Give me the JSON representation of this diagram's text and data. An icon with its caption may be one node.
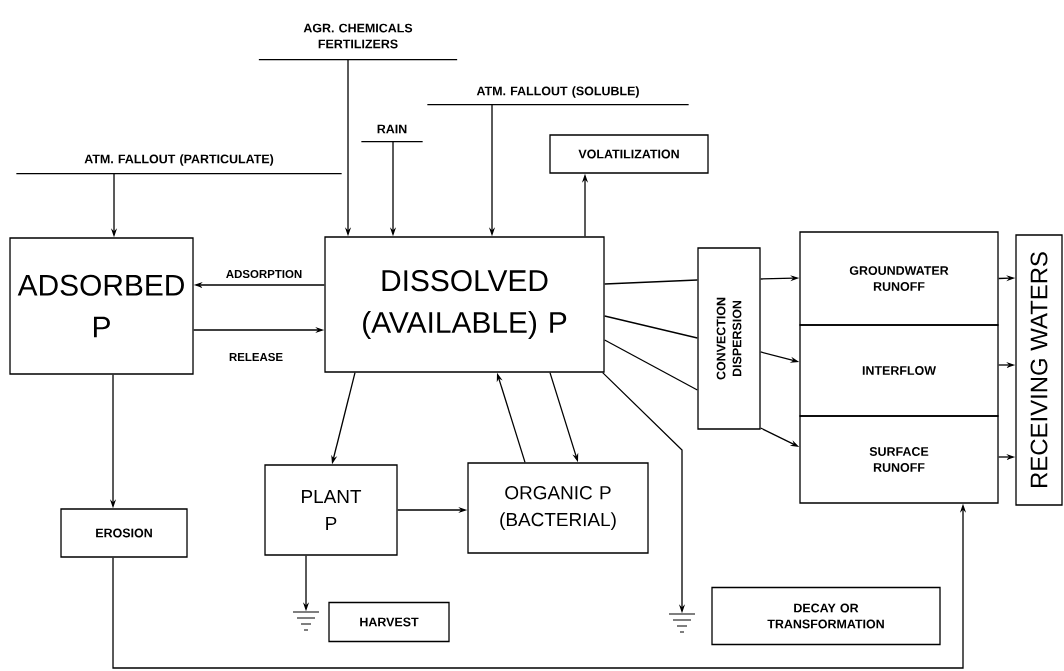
{
  "diagram": {
    "nodes": [
      {
        "text": [
          "AGR. CHEMICALS FERTILIZERS"
        ]
      },
      {
        "text": [
          "RAIN"
        ]
      },
      {
        "text": [
          "ATM. FALLOUT (SOLUBLE)"
        ]
      },
      {
        "text": [
          "ATM. FALLOUT (PARTICULATE)"
        ]
      },
      {
        "text": [
          "VOLATILIZATION"
        ]
      },
      {
        "text": [
          "ADSORBED P"
        ]
      },
      {
        "text": [
          "DISSOLVED (AVAILABLE) P"
        ]
      },
      {
        "text": [
          "CONVECTION DISPERSION"
        ]
      },
      {
        "text": [
          "GROUNDWATER RUNOFF"
        ]
      },
      {
        "text": [
          "INTERFLOW"
        ]
      },
      {
        "text": [
          "SURFACE RUNOFF"
        ]
      },
      {
        "text": [
          "RECEIVING WATERS"
        ]
      },
      {
        "text": [
          "EROSION"
        ]
      },
      {
        "text": [
          "PLANT P"
        ]
      },
      {
        "text": [
          "ORGANIC P (BACTERIAL)"
        ]
      },
      {
        "text": [
          "HARVEST"
        ]
      },
      {
        "text": [
          "DECAY OR TRANSFORMATION"
        ]
      },
      {
        "text": [],
        "shape": "ground"
      },
      {
        "text": [],
        "shape": "ground"
      }
    ],
    "edges": [
      {
        "from": 0,
        "to": 6,
        "arrow": "to"
      },
      {
        "from": 1,
        "to": 6,
        "arrow": "to"
      },
      {
        "from": 2,
        "to": 6,
        "arrow": "to"
      },
      {
        "from": 3,
        "to": 5,
        "arrow": "to"
      },
      {
        "from": 6,
        "to": 4,
        "arrow": "to"
      },
      {
        "from": 6,
        "to": 5,
        "arrow": "to",
        "label": "ADSORPTION"
      },
      {
        "from": 5,
        "to": 6,
        "arrow": "to",
        "label": "RELEASE"
      },
      {
        "from": 6,
        "to": 7,
        "arrow": "none"
      },
      {
        "from": 6,
        "to": 7,
        "arrow": "none"
      },
      {
        "from": 6,
        "to": 7,
        "arrow": "none"
      },
      {
        "from": 7,
        "to": 8,
        "arrow": "to"
      },
      {
        "from": 7,
        "to": 9,
        "arrow": "to"
      },
      {
        "from": 7,
        "to": 10,
        "arrow": "to"
      },
      {
        "from": 8,
        "to": 11,
        "arrow": "to"
      },
      {
        "from": 9,
        "to": 11,
        "arrow": "to"
      },
      {
        "from": 10,
        "to": 11,
        "arrow": "to"
      },
      {
        "from": 5,
        "to": 12,
        "arrow": "to"
      },
      {
        "from": 6,
        "to": 13,
        "arrow": "to"
      },
      {
        "from": 14,
        "to": 6,
        "arrow": "to"
      },
      {
        "from": 6,
        "to": 14,
        "arrow": "to"
      },
      {
        "from": 13,
        "to": 14,
        "arrow": "to"
      },
      {
        "from": 13,
        "to": 17,
        "arrow": "to"
      },
      {
        "from": 6,
        "to": 18,
        "arrow": "to"
      },
      {
        "from": 12,
        "to": 10,
        "arrow": "to"
      }
    ]
  }
}
